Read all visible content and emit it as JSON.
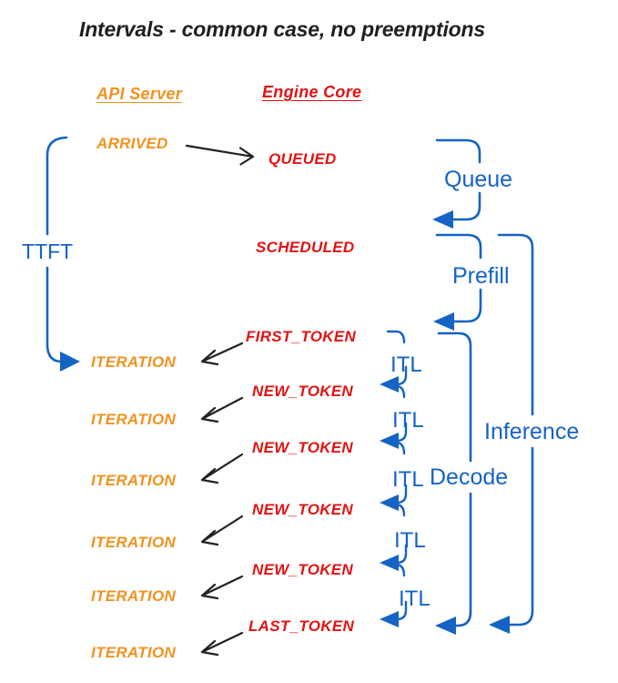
{
  "title": "Intervals - common case, no preemptions",
  "columns": {
    "api_server": "API Server",
    "engine_core": "Engine Core"
  },
  "events": {
    "arrived": "ARRIVED",
    "queued": "QUEUED",
    "scheduled": "SCHEDULED",
    "first_token": "FIRST_TOKEN",
    "new_token": "NEW_TOKEN",
    "last_token": "LAST_TOKEN",
    "iteration": "ITERATION"
  },
  "intervals": {
    "ttft": "TTFT",
    "queue": "Queue",
    "prefill": "Prefill",
    "itl": "ITL",
    "decode": "Decode",
    "inference": "Inference"
  },
  "colors": {
    "api_server_orange": "#F0921E",
    "engine_core_red": "#E21313",
    "interval_blue": "#1563c5",
    "ink_black": "#1f1f1f"
  }
}
